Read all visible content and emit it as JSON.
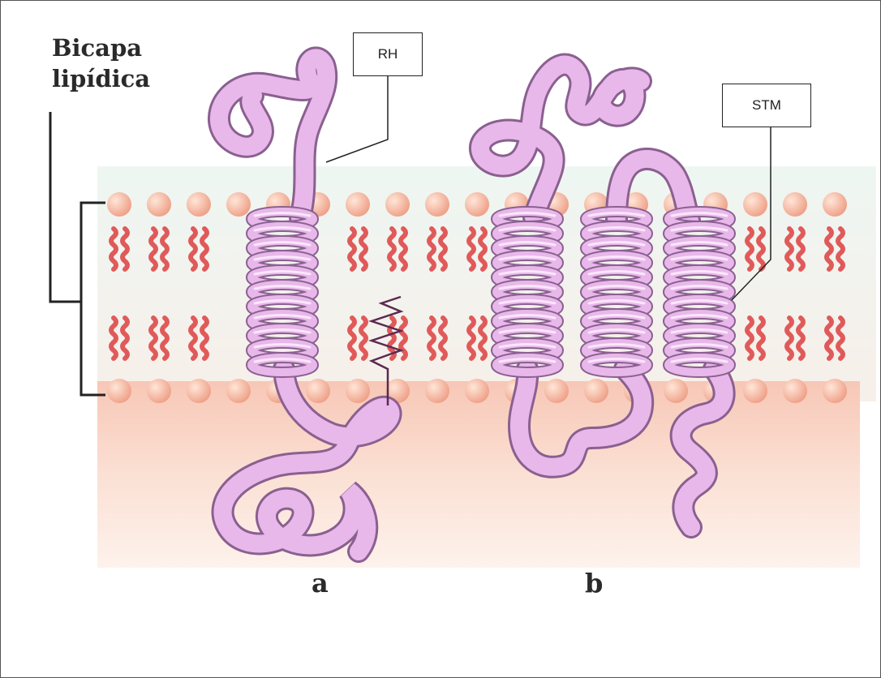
{
  "labels": {
    "bilayer_title": "Bicapa\nlipídica",
    "callout_rh": "RH",
    "callout_stm": "STM",
    "protein_a": "a",
    "protein_b": "b"
  },
  "colors": {
    "lipid_head": "#f4b6a6",
    "lipid_tail": "#e05a5a",
    "protein_fill": "#e8b8ea",
    "protein_outline": "#8a6090",
    "cytoplasm": "#fbdfd3"
  }
}
